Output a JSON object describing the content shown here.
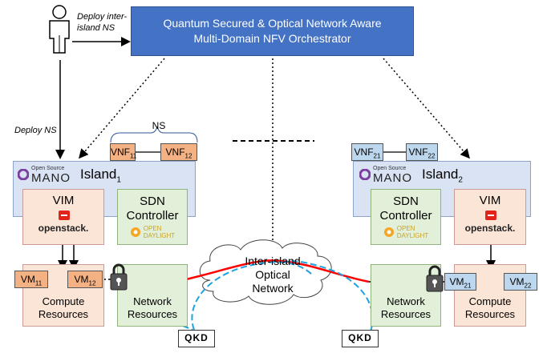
{
  "orchestrator": {
    "title_line1": "Quantum Secured & Optical Network Aware",
    "title_line2": "Multi-Domain NFV Orchestrator"
  },
  "user": {
    "deploy_inter_line1": "Deploy inter-",
    "deploy_inter_line2": "island NS",
    "deploy_ns": "Deploy NS"
  },
  "ns_label": "NS",
  "island1": {
    "mano_small": "Open Source",
    "mano_big": "MANO",
    "name": "Island",
    "sub": "1",
    "vnfs": [
      {
        "name": "VNF",
        "sub": "11"
      },
      {
        "name": "VNF",
        "sub": "12"
      }
    ],
    "vim": "VIM",
    "openstack": "openstack.",
    "sdn_line1": "SDN",
    "sdn_line2": "Controller",
    "odl_line1": "OPEN",
    "odl_line2": "DAYLIGHT",
    "vms": [
      {
        "name": "VM",
        "sub": "11"
      },
      {
        "name": "VM",
        "sub": "12"
      }
    ],
    "compute_line1": "Compute",
    "compute_line2": "Resources",
    "network_line1": "Network",
    "network_line2": "Resources"
  },
  "island2": {
    "mano_small": "Open Source",
    "mano_big": "MANO",
    "name": "Island",
    "sub": "2",
    "vnfs": [
      {
        "name": "VNF",
        "sub": "21"
      },
      {
        "name": "VNF",
        "sub": "22"
      }
    ],
    "vim": "VIM",
    "openstack": "openstack.",
    "sdn_line1": "SDN",
    "sdn_line2": "Controller",
    "odl_line1": "OPEN",
    "odl_line2": "DAYLIGHT",
    "vms": [
      {
        "name": "VM",
        "sub": "21"
      },
      {
        "name": "VM",
        "sub": "22"
      }
    ],
    "compute_line1": "Compute",
    "compute_line2": "Resources",
    "network_line1": "Network",
    "network_line2": "Resources"
  },
  "optical_cloud": {
    "line1": "Inter-island",
    "line2": "Optical",
    "line3": "Network"
  },
  "qkd_left": "QKD",
  "qkd_right": "QKD",
  "colors": {
    "orchestrator": "#4472c4",
    "island": "#dae3f3",
    "vim": "#fbe5d6",
    "sdn": "#e2f0d9",
    "vnf_orange": "#f4b183",
    "vnf_blue": "#bdd7ee",
    "optical_link": "#ff0000",
    "qkd_link": "#1fa2e0"
  }
}
